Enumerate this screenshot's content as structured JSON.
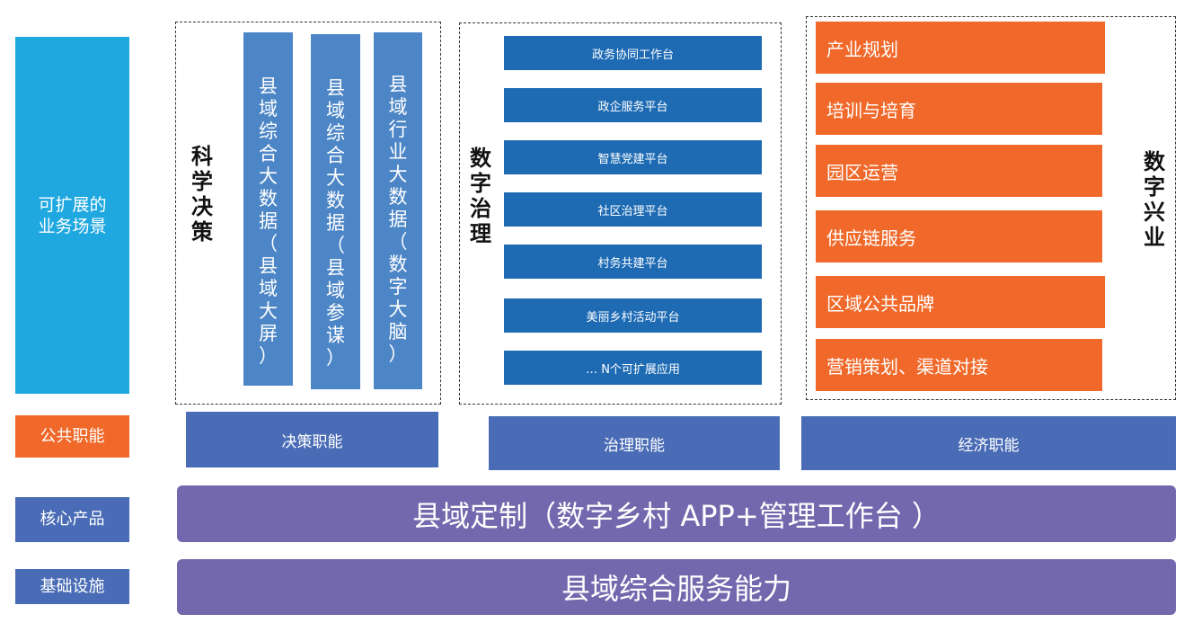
{
  "left_column": {
    "scenarios_label_line1": "可扩展的",
    "scenarios_label_line2": "业务场景",
    "public_label": "公共职能",
    "core_label": "核心产品",
    "infra_label": "基础设施"
  },
  "decision": {
    "title_chars": [
      "科",
      "学",
      "决",
      "策"
    ],
    "bars": [
      {
        "chars": [
          "县",
          "域",
          "综",
          "合",
          "大",
          "数",
          "据",
          "（",
          "县",
          "域",
          "大",
          "屏",
          "）"
        ]
      },
      {
        "chars": [
          "县",
          "域",
          "综",
          "合",
          "大",
          "数",
          "据",
          "（",
          "县",
          "域",
          "参",
          "谋",
          "）"
        ]
      },
      {
        "chars": [
          "县",
          "域",
          "行",
          "业",
          "大",
          "数",
          "据",
          "（",
          "数",
          "字",
          "大",
          "脑",
          "）"
        ]
      }
    ],
    "function_label": "决策职能"
  },
  "governance": {
    "title_chars": [
      "数",
      "字",
      "治",
      "理"
    ],
    "platforms": [
      "政务协同工作台",
      "政企服务平台",
      "智慧党建平台",
      "社区治理平台",
      "村务共建平台",
      "美丽乡村活动平台",
      "… N个可扩展应用"
    ],
    "function_label": "治理职能"
  },
  "industry": {
    "title_chars": [
      "数",
      "字",
      "兴",
      "业"
    ],
    "items": [
      "产业规划",
      "培训与培育",
      "园区运营",
      "供应链服务",
      "区域公共品牌",
      "营销策划、渠道对接"
    ],
    "function_label": "经济职能"
  },
  "core_product": "县域定制（数字乡村 APP+管理工作台 ）",
  "infrastructure": "县域综合服务能力",
  "colors": {
    "cyan": "#1fa8e0",
    "orange": "#f0692a",
    "slate_blue": "#4a6cb6",
    "purple": "#7368ad",
    "steel_blue": "#4d86c6",
    "dark_blue": "#1e6bb4"
  }
}
